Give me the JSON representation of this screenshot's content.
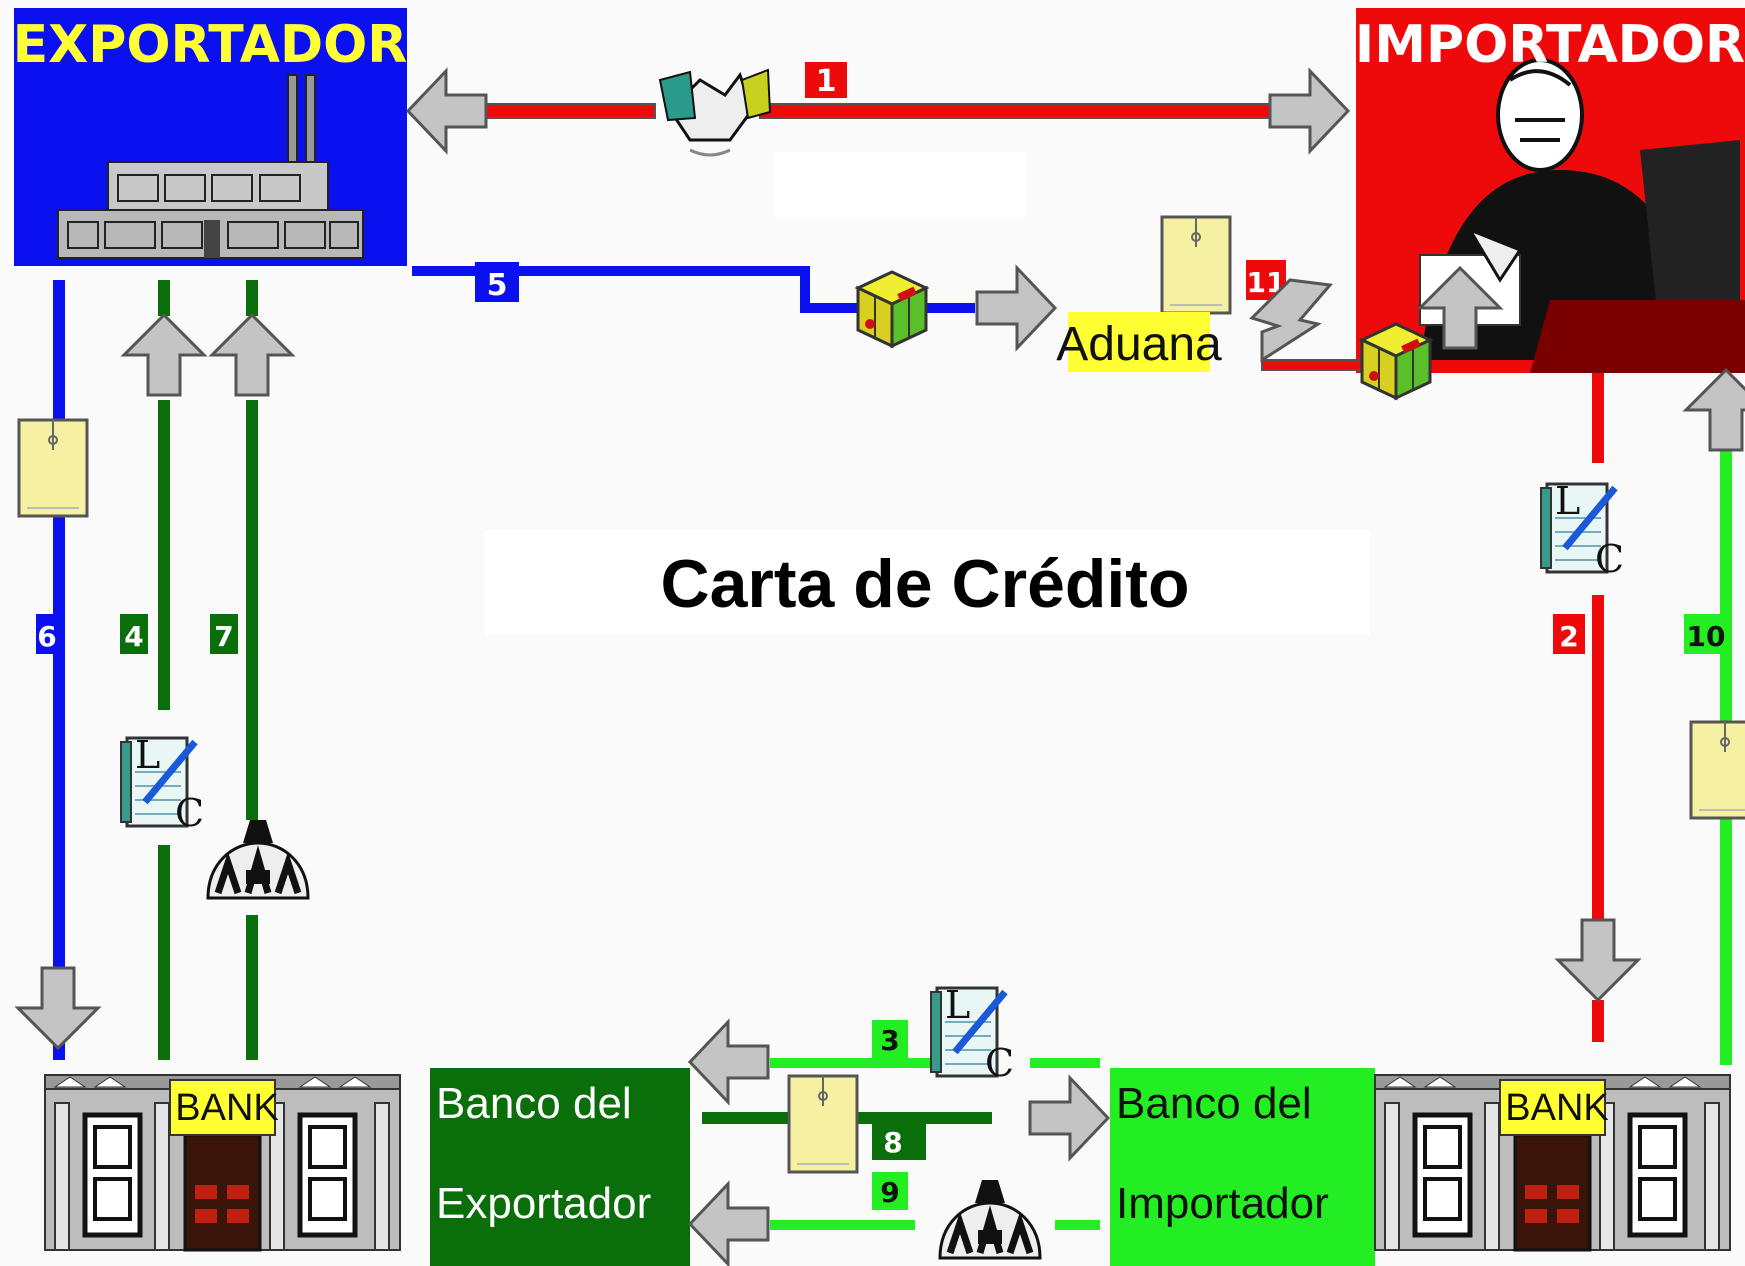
{
  "title": "Carta de Crédito",
  "nodes": {
    "exportador": "EXPORTADOR",
    "importador": "IMPORTADOR",
    "aduana": "Aduana",
    "banco_exportador": [
      "Banco del",
      "Exportador"
    ],
    "banco_importador": [
      "Banco del",
      "Importador"
    ],
    "bank_sign": "BANK"
  },
  "steps": [
    "1",
    "2",
    "3",
    "4",
    "5",
    "6",
    "7",
    "8",
    "9",
    "10",
    "11"
  ],
  "colors": {
    "exportador_bg": "#0a10ee",
    "importador_bg": "#ee0a0a",
    "title_text": "#ffff33",
    "blue_flow": "#0a10ee",
    "red_flow": "#ee0a0a",
    "dark_green": "#0a6e0a",
    "light_green": "#22ee22",
    "arrow_gray": "#bdbdbd",
    "envelope": "#f5f0a0"
  },
  "icons": {
    "handshake": "handshake-icon",
    "factory": "factory-icon",
    "businessman": "businessman-icon",
    "package": "package-icon",
    "envelope": "envelope-icon",
    "letter_of_credit": "letter-of-credit-icon",
    "money_bag": "money-bag-icon",
    "bank": "bank-building-icon"
  }
}
